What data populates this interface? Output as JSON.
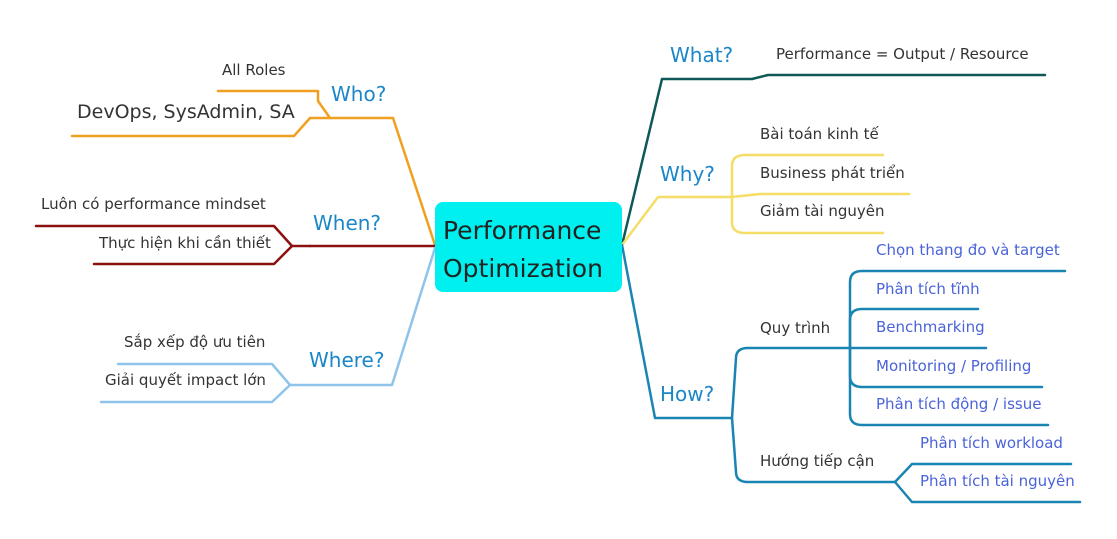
{
  "center": {
    "title": "Performance Optimization"
  },
  "colors": {
    "who": "#f0a020",
    "when": "#8b1010",
    "where": "#8ec4ea",
    "what": "#0e5858",
    "why": "#f5de68",
    "how": "#1a85b2",
    "center_fill": "#00f0f0",
    "branch_text": "#1b87c7",
    "link_text": "#4a63d8"
  },
  "branches": {
    "who": {
      "label": "Who?",
      "items": [
        "All Roles",
        "DevOps, SysAdmin, SA"
      ]
    },
    "when": {
      "label": "When?",
      "items": [
        "Luôn có performance mindset",
        "Thực hiện khi cần thiết"
      ]
    },
    "where": {
      "label": "Where?",
      "items": [
        "Sắp xếp độ ưu tiên",
        "Giải quyết impact lớn"
      ]
    },
    "what": {
      "label": "What?",
      "items": [
        "Performance = Output / Resource"
      ]
    },
    "why": {
      "label": "Why?",
      "items": [
        "Bài toán kinh tế",
        "Business phát triển",
        "Giảm tài nguyên"
      ]
    },
    "how": {
      "label": "How?",
      "process": {
        "label": "Quy trình",
        "items": [
          "Chọn thang đo và target",
          "Phân tích tĩnh",
          "Benchmarking",
          "Monitoring / Profiling",
          "Phân tích động / issue"
        ]
      },
      "approach": {
        "label": "Hướng tiếp cận",
        "items": [
          "Phân tích workload",
          "Phân tích tài nguyên"
        ]
      }
    }
  }
}
